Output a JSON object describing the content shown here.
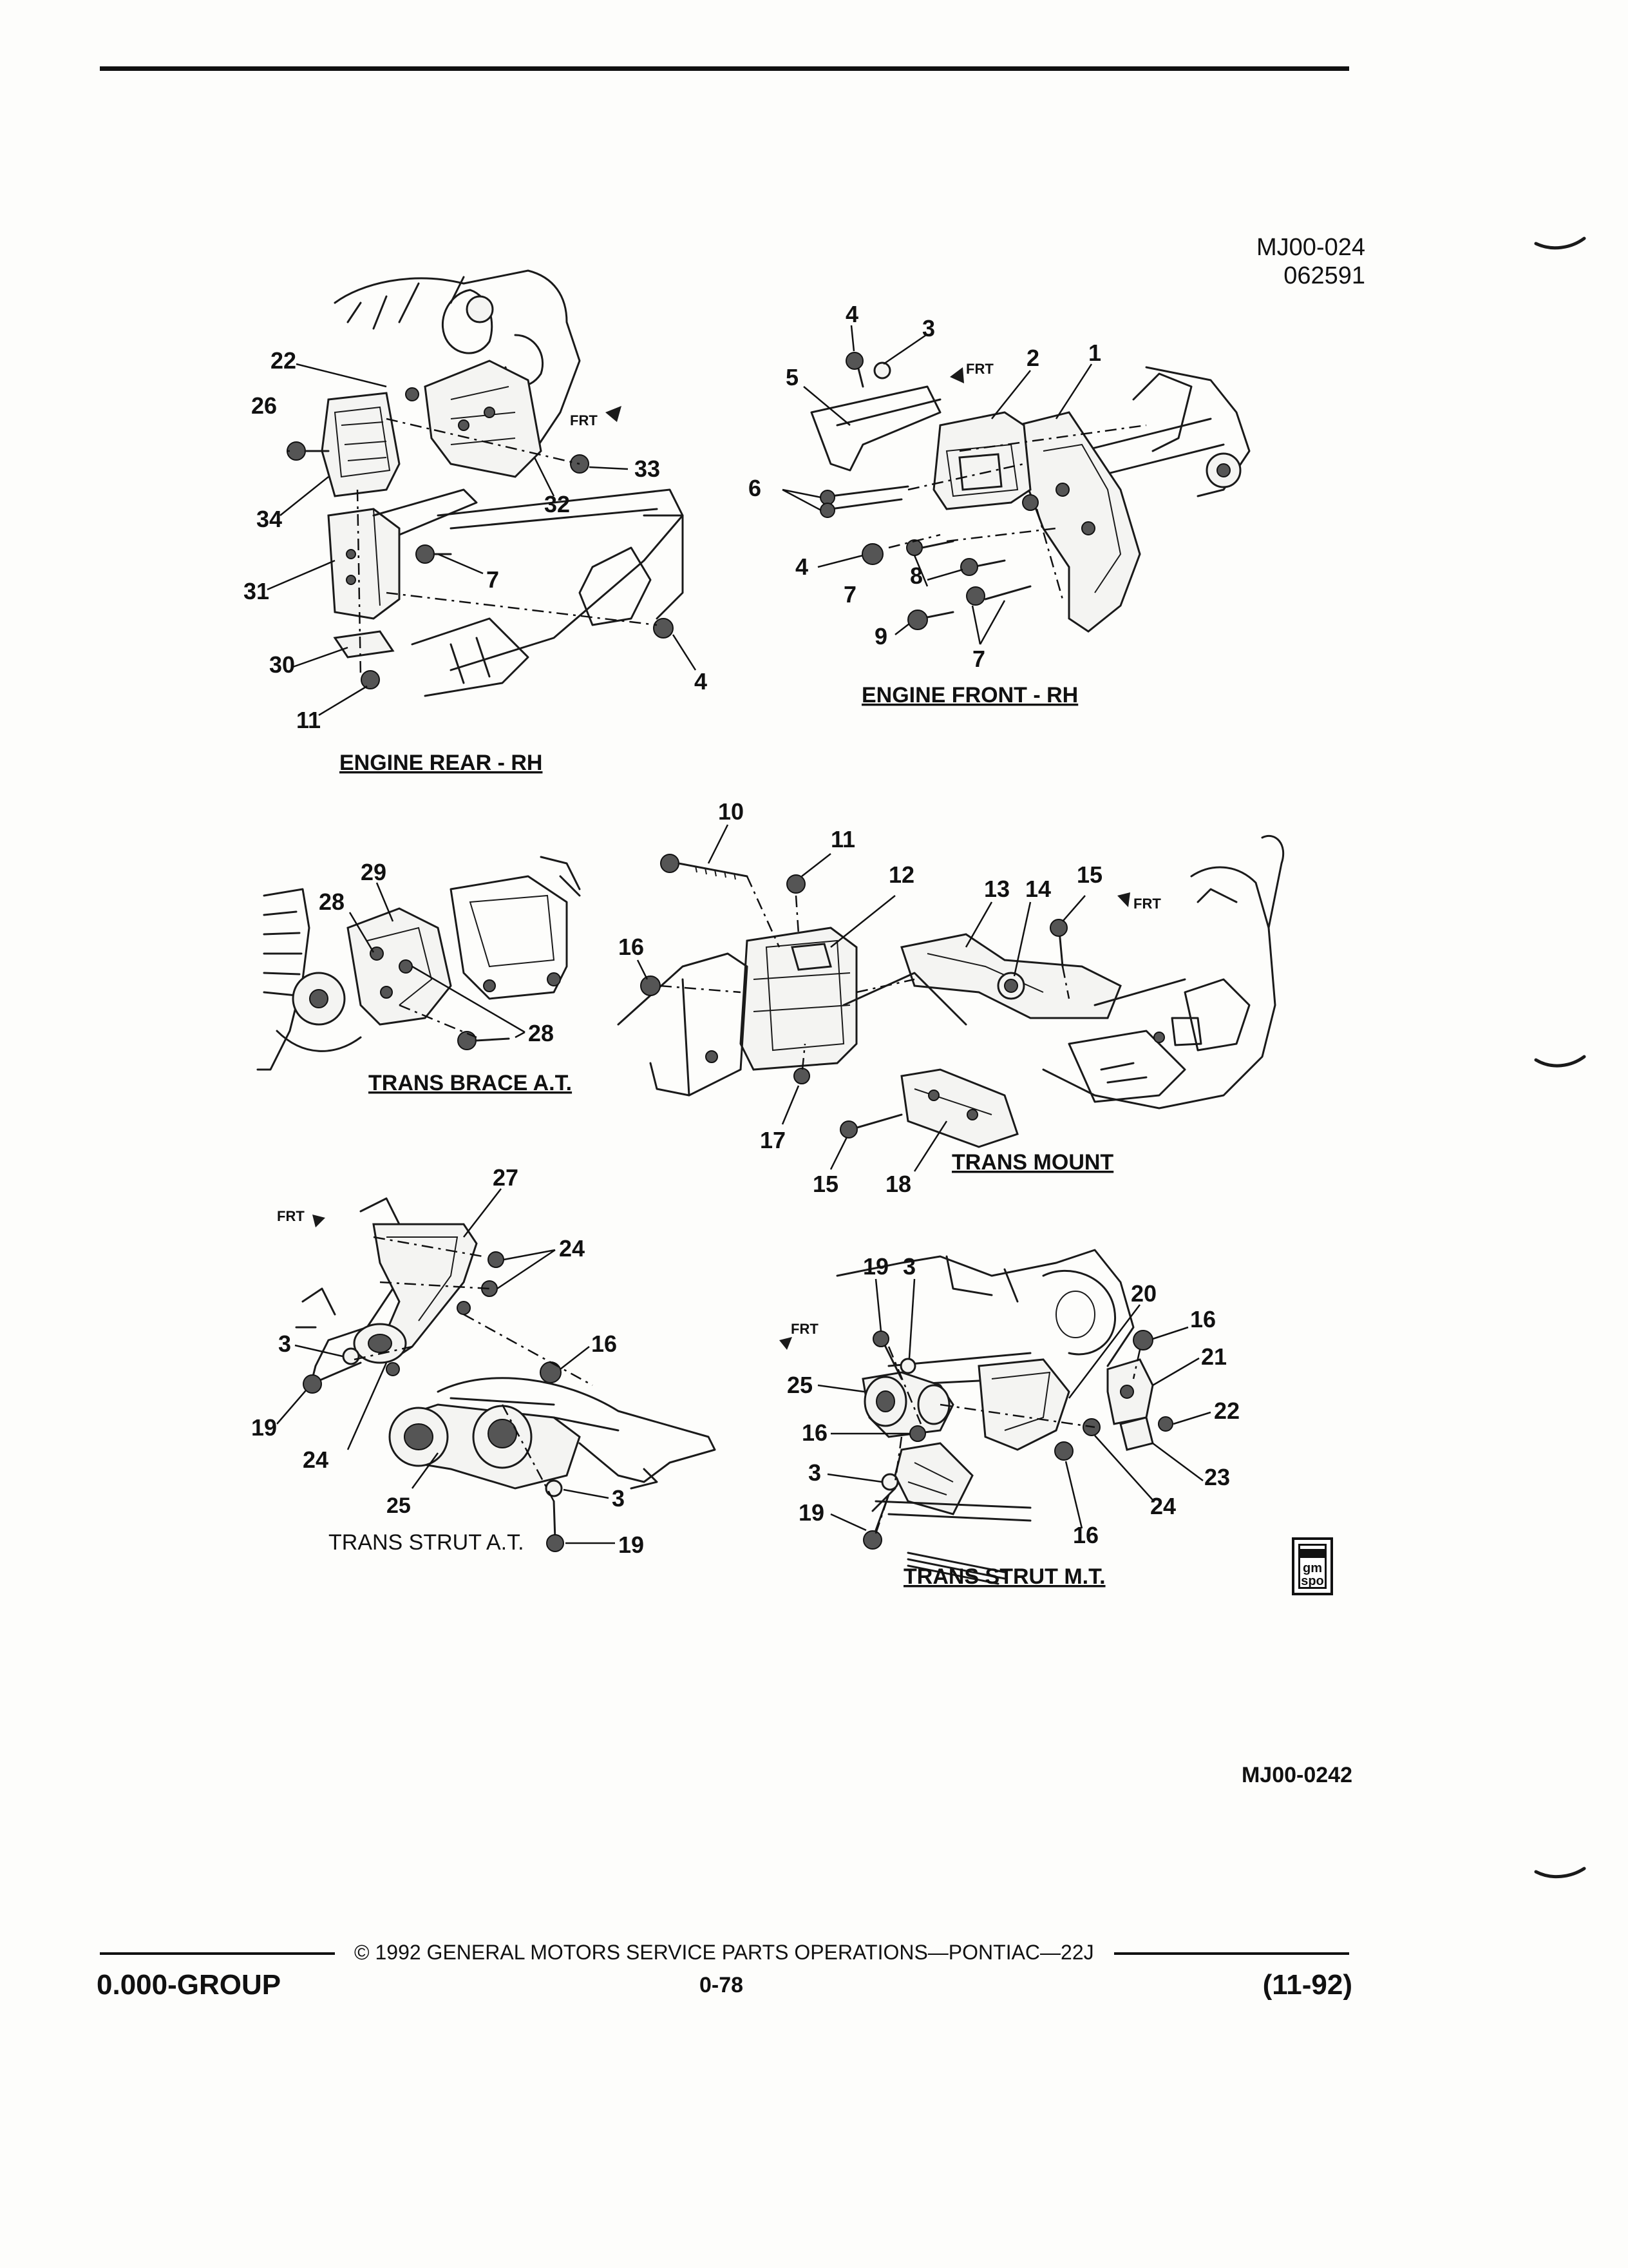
{
  "header": {
    "figure_code": "MJ00-024",
    "figure_date": "062591"
  },
  "figures": {
    "engine_rear": {
      "caption": "ENGINE REAR - RH",
      "frt": "FRT",
      "callouts": [
        "22",
        "26",
        "34",
        "31",
        "30",
        "11",
        "7",
        "4",
        "33",
        "32"
      ]
    },
    "engine_front": {
      "caption": "ENGINE FRONT - RH",
      "frt": "FRT",
      "callouts": [
        "4",
        "3",
        "5",
        "2",
        "1",
        "6",
        "4",
        "7",
        "8",
        "7",
        "9",
        "7"
      ]
    },
    "trans_brace": {
      "caption": "TRANS BRACE A.T.",
      "callouts": [
        "29",
        "28",
        "28"
      ]
    },
    "trans_mount": {
      "caption": "TRANS MOUNT",
      "frt": "FRT",
      "callouts": [
        "10",
        "11",
        "12",
        "13",
        "14",
        "15",
        "16",
        "17",
        "15",
        "18"
      ]
    },
    "trans_strut_at": {
      "caption": "TRANS STRUT A.T.",
      "frt": "FRT",
      "callouts": [
        "27",
        "24",
        "16",
        "3",
        "19",
        "24",
        "25",
        "3",
        "19"
      ]
    },
    "trans_strut_mt": {
      "caption": "TRANS STRUT M.T.",
      "frt": "FRT",
      "callouts": [
        "19",
        "3",
        "20",
        "16",
        "21",
        "25",
        "22",
        "16",
        "23",
        "3",
        "24",
        "19",
        "16"
      ]
    }
  },
  "logo": {
    "text": "gm spo"
  },
  "bottom_code": "MJ00-0242",
  "footer": {
    "copyright": "© 1992 GENERAL MOTORS SERVICE PARTS OPERATIONS—PONTIAC—22J",
    "group": "0.000-GROUP",
    "page": "0-78",
    "date": "(11-92)"
  }
}
